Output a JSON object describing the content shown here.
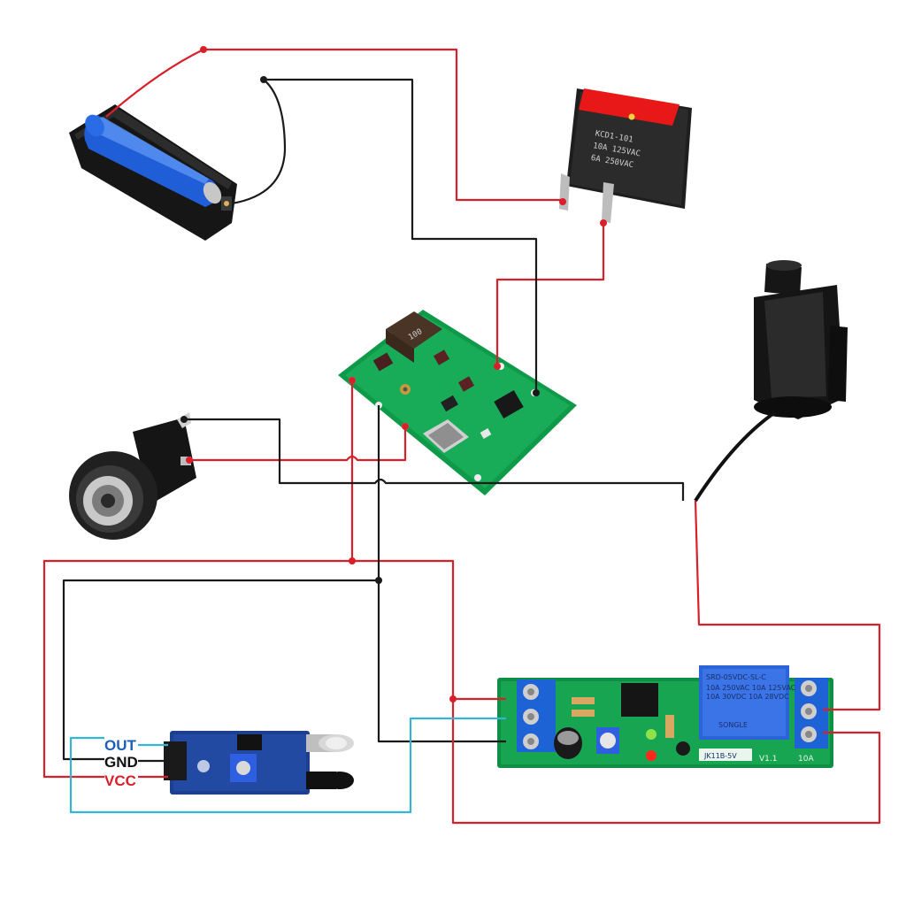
{
  "sensor_pins": {
    "out": "OUT",
    "gnd": "GND",
    "vcc": "VCC"
  },
  "switch_markings": {
    "model": "KCD1-101",
    "rating_1": "10A 125VAC",
    "rating_2": "6A 250VAC"
  },
  "inductor_marking": "100",
  "relay_markings": {
    "model": "SRD-05VDC-SL-C",
    "rating_1": "10A 250VAC  10A 125VAC",
    "rating_2": "10A 30VDC  10A 28VDC",
    "brand": "SONGLE"
  },
  "timer_board_markings": {
    "board_id": "JK11B-5V",
    "version": "V1.1",
    "current": "10A"
  },
  "colors": {
    "red_wire": "#d9202a",
    "black_wire": "#1a1a1a",
    "cyan_wire": "#36b4d4",
    "out_label": "#1d5fb8",
    "gnd_label": "#111111",
    "vcc_label": "#d9202a"
  }
}
